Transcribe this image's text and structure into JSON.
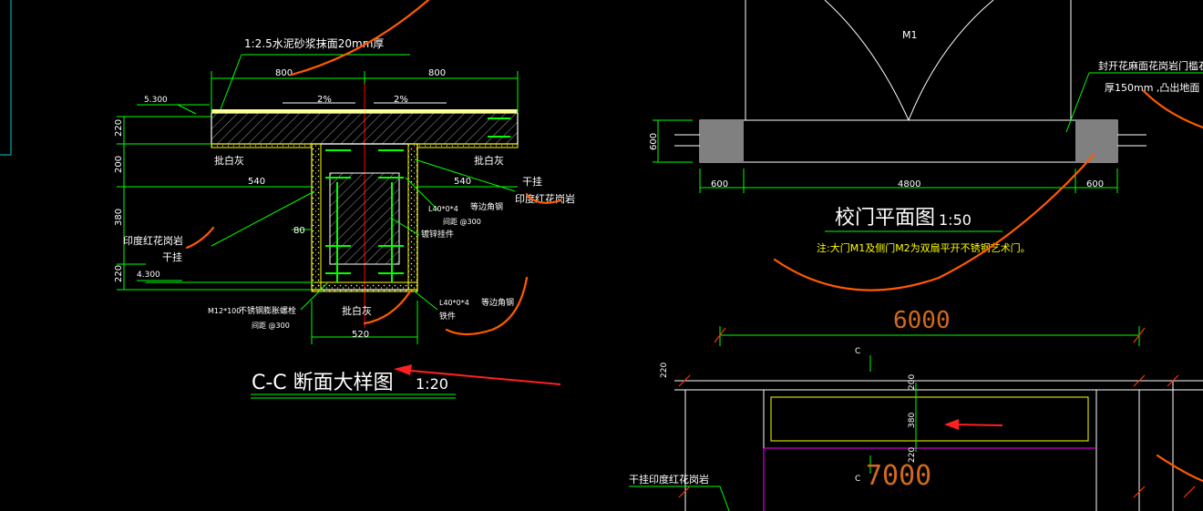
{
  "section": {
    "finish_note": "1:2.5水泥砂浆抹面20mm厚",
    "elev_top": "5.300",
    "elev_bottom": "4.300",
    "dim_left_top": "800",
    "dim_right_top": "800",
    "slope_left": "2%",
    "slope_right": "2%",
    "dim_v_220_top": "220",
    "dim_v_200": "200",
    "dim_v_380": "380",
    "dim_v_220_bottom": "220",
    "dim_540_left": "540",
    "dim_540_right": "540",
    "dim_80": "80",
    "dim_520": "520",
    "plaster_left": "批白灰",
    "plaster_right": "批白灰",
    "plaster_bottom": "批白灰",
    "stone_left": "印度红花岗岩",
    "stone_right": "印度红花岗岩",
    "dry_hang_left": "干挂",
    "dry_hang_right": "干挂",
    "angle_steel_1": "L40*0*4",
    "angle_steel_1_note": "等边角钢",
    "spacing_1": "间距 @300",
    "galv_hanger": "镀锌挂件",
    "bolt_spec": "M12*100",
    "bolt_note": "不锈钢膨胀螺栓",
    "bolt_spacing": "间距 @300",
    "angle_steel_2": "L40*0*4",
    "angle_steel_2_note": "等边角钢",
    "angle_steel_2_note2": "铁件",
    "title": "C-C  断面大样图",
    "scale": "1:20"
  },
  "plan": {
    "door_label": "M1",
    "top_note_1": "封开花麻面花岗岩门槛石宽",
    "top_note_2": "厚150mm  ,凸出地面",
    "dim_height": "600",
    "dim_left": "600",
    "dim_mid": "4800",
    "dim_right": "600",
    "title": "校门平面图",
    "scale": "1:50",
    "note": "注:大门M1及侧门M2为双扇平开不锈钢艺术门。"
  },
  "elevation": {
    "dim_6000": "6000",
    "dim_7000": "7000",
    "section_mark_top": "C",
    "section_mark_bottom": "C",
    "dim_220_left": "220",
    "dim_200": "200",
    "dim_380": "380",
    "dim_220_low": "220",
    "stone_note": "干挂印度红花岗岩"
  },
  "colors": {
    "background": "#000000",
    "line_white": "#ffffff",
    "line_green": "#00ff00",
    "line_yellow": "#ffff00",
    "line_red": "#ff0000",
    "line_magenta": "#ff00ff",
    "markup_orange": "#ff5a00",
    "hatch_gray": "#808080",
    "text_orange": "#d2691e"
  }
}
